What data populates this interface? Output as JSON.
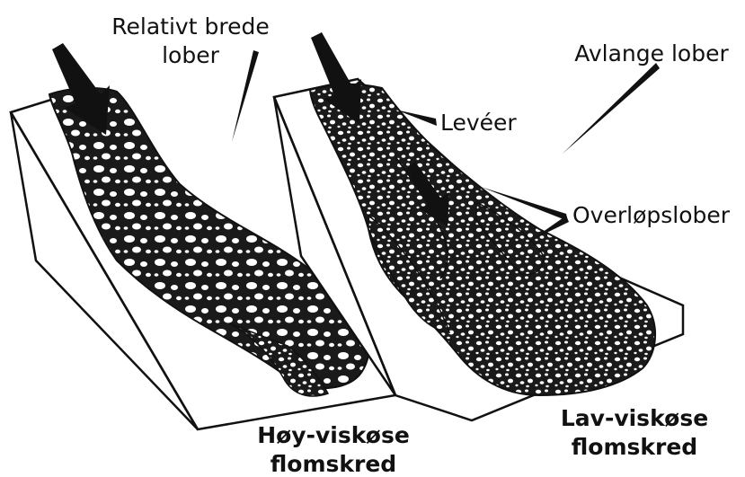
{
  "labels": {
    "broad_lobes_line1": "Relativt brede",
    "broad_lobes_line2": "lober",
    "elongated_lobes": "Avlange lober",
    "levees": "Levéer",
    "overflow_lobes": "Overløpslober",
    "high_viscosity_line1": "Høy-viskøse",
    "high_viscosity_line2": "flomskred",
    "low_viscosity_line1": "Lav-viskøse",
    "low_viscosity_line2": "flomskred"
  },
  "colors": {
    "ink": "#111111",
    "background": "#ffffff",
    "debris_fill": "#1a1a1a",
    "clast_fill": "#ffffff"
  }
}
